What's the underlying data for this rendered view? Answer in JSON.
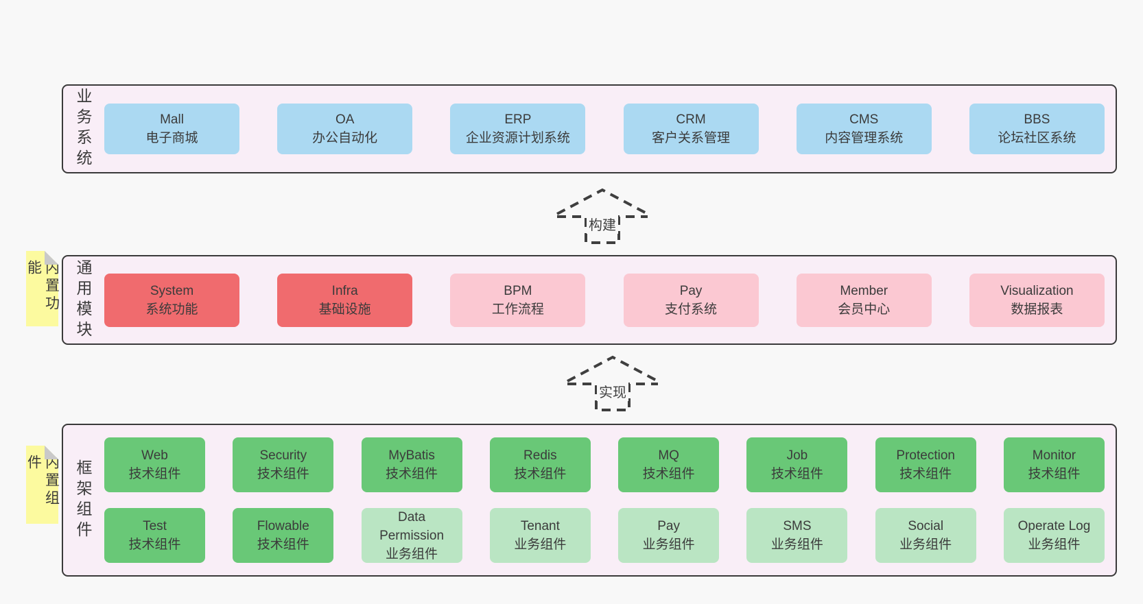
{
  "colors": {
    "page_bg": "#f8f8f8",
    "band_fill": "#f9eef7",
    "band_border": "#3a3a3a",
    "text": "#3b3b3b",
    "arrow": "#3f3f3f",
    "blue": "#abd9f2",
    "red": "#f06b6e",
    "pink": "#fbc8d2",
    "green": "#69c877",
    "light_green": "#bae5c3",
    "yellow_note": "#fcfa9f",
    "note_fold": "#c9c9c9"
  },
  "arrows": [
    {
      "label": "构建"
    },
    {
      "label": "实现"
    }
  ],
  "bands": [
    {
      "label": "业务系统",
      "note": null,
      "rows": [
        [
          {
            "name": "Mall",
            "desc": "电子商城",
            "color_key": "blue"
          },
          {
            "name": "OA",
            "desc": "办公自动化",
            "color_key": "blue"
          },
          {
            "name": "ERP",
            "desc": "企业资源计划系统",
            "color_key": "blue"
          },
          {
            "name": "CRM",
            "desc": "客户关系管理",
            "color_key": "blue"
          },
          {
            "name": "CMS",
            "desc": "内容管理系统",
            "color_key": "blue"
          },
          {
            "name": "BBS",
            "desc": "论坛社区系统",
            "color_key": "blue"
          }
        ]
      ]
    },
    {
      "label": "通用模块",
      "note": "内置功能",
      "rows": [
        [
          {
            "name": "System",
            "desc": "系统功能",
            "color_key": "red"
          },
          {
            "name": "Infra",
            "desc": "基础设施",
            "color_key": "red"
          },
          {
            "name": "BPM",
            "desc": "工作流程",
            "color_key": "pink"
          },
          {
            "name": "Pay",
            "desc": "支付系统",
            "color_key": "pink"
          },
          {
            "name": "Member",
            "desc": "会员中心",
            "color_key": "pink"
          },
          {
            "name": "Visualization",
            "desc": "数据报表",
            "color_key": "pink"
          }
        ]
      ]
    },
    {
      "label": "框架组件",
      "note": "内置组件",
      "rows": [
        [
          {
            "name": "Web",
            "desc": "技术组件",
            "color_key": "green"
          },
          {
            "name": "Security",
            "desc": "技术组件",
            "color_key": "green"
          },
          {
            "name": "MyBatis",
            "desc": "技术组件",
            "color_key": "green"
          },
          {
            "name": "Redis",
            "desc": "技术组件",
            "color_key": "green"
          },
          {
            "name": "MQ",
            "desc": "技术组件",
            "color_key": "green"
          },
          {
            "name": "Job",
            "desc": "技术组件",
            "color_key": "green"
          },
          {
            "name": "Protection",
            "desc": "技术组件",
            "color_key": "green"
          },
          {
            "name": "Monitor",
            "desc": "技术组件",
            "color_key": "green"
          }
        ],
        [
          {
            "name": "Test",
            "desc": "技术组件",
            "color_key": "green"
          },
          {
            "name": "Flowable",
            "desc": "技术组件",
            "color_key": "green"
          },
          {
            "name": "Data Permission",
            "desc": "业务组件",
            "color_key": "light_green"
          },
          {
            "name": "Tenant",
            "desc": "业务组件",
            "color_key": "light_green"
          },
          {
            "name": "Pay",
            "desc": "业务组件",
            "color_key": "light_green"
          },
          {
            "name": "SMS",
            "desc": "业务组件",
            "color_key": "light_green"
          },
          {
            "name": "Social",
            "desc": "业务组件",
            "color_key": "light_green"
          },
          {
            "name": "Operate Log",
            "desc": "业务组件",
            "color_key": "light_green"
          }
        ]
      ]
    }
  ]
}
